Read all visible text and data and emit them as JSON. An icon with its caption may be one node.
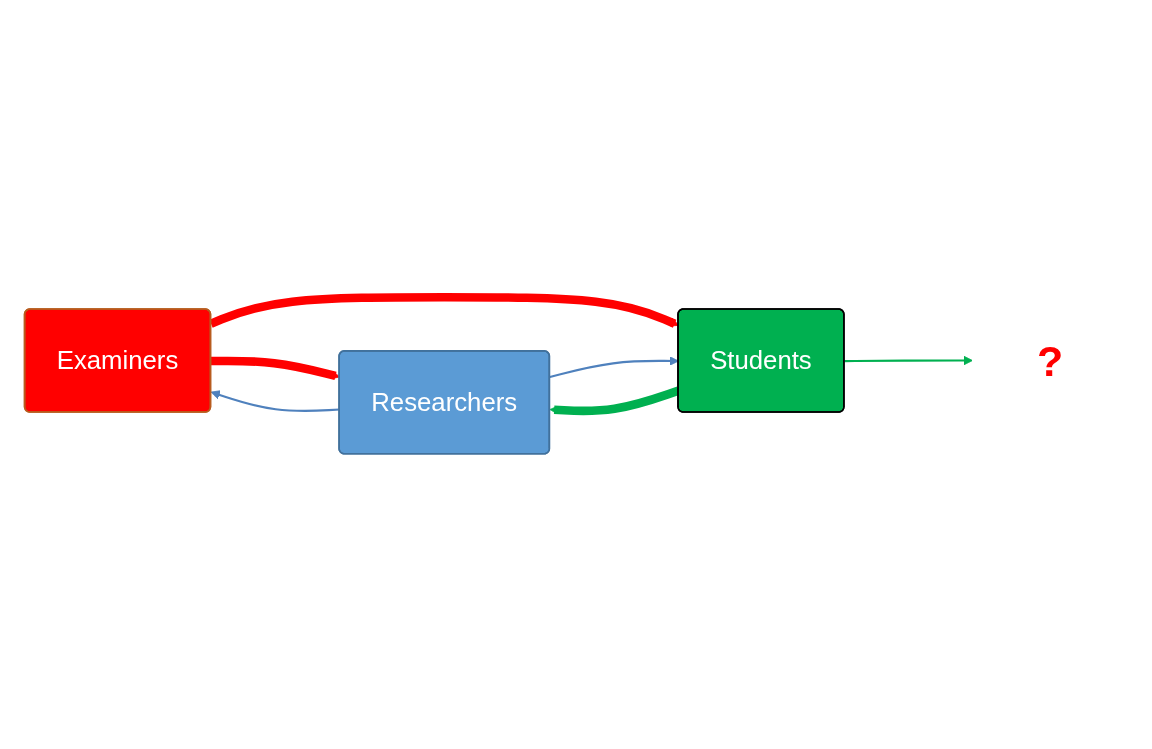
{
  "diagram": {
    "nodes": [
      {
        "text": [
          "Examiners"
        ]
      },
      {
        "text": [
          "Researchers"
        ]
      },
      {
        "text": [
          "Students"
        ]
      },
      {
        "text": [
          "?"
        ]
      }
    ],
    "edges": [
      {
        "from": 0,
        "to": 1,
        "arrow": "to",
        "style": "thick",
        "color": "#ff0000"
      },
      {
        "from": 1,
        "to": 0,
        "arrow": "to",
        "color": "#4f81bd"
      },
      {
        "from": 0,
        "to": 2,
        "arrow": "to",
        "style": "thick",
        "color": "#ff0000"
      },
      {
        "from": 1,
        "to": 2,
        "arrow": "to",
        "color": "#4f81bd"
      },
      {
        "from": 2,
        "to": 1,
        "arrow": "to",
        "style": "thick",
        "color": "#00b050"
      },
      {
        "from": 2,
        "to": 3,
        "arrow": "to",
        "color": "#00b050"
      }
    ]
  }
}
